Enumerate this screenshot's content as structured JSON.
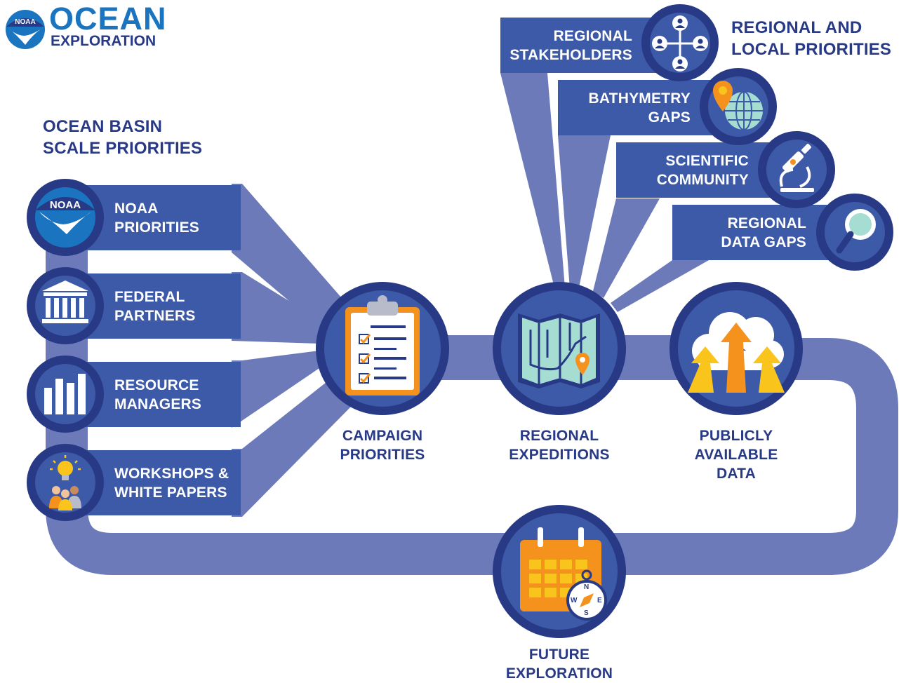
{
  "logo": {
    "brand": "NOAA",
    "title": "OCEAN",
    "subtitle": "EXPLORATION"
  },
  "headings": {
    "basin": [
      "OCEAN BASIN",
      "SCALE PRIORITIES"
    ],
    "regional": [
      "REGIONAL AND",
      "LOCAL PRIORITIES"
    ]
  },
  "inputs_left": [
    {
      "lines": [
        "NOAA",
        "PRIORITIES"
      ],
      "icon": "noaa-logo-icon"
    },
    {
      "lines": [
        "FEDERAL",
        "PARTNERS"
      ],
      "icon": "government-building-icon"
    },
    {
      "lines": [
        "RESOURCE",
        "MANAGERS"
      ],
      "icon": "bar-chart-icon"
    },
    {
      "lines": [
        "WORKSHOPS &",
        "WHITE PAPERS"
      ],
      "icon": "lightbulb-people-icon"
    }
  ],
  "inputs_right": [
    {
      "lines": [
        "REGIONAL",
        "STAKEHOLDERS"
      ],
      "icon": "network-people-icon"
    },
    {
      "lines": [
        "BATHYMETRY",
        "GAPS"
      ],
      "icon": "globe-pin-icon"
    },
    {
      "lines": [
        "SCIENTIFIC",
        "COMMUNITY"
      ],
      "icon": "microscope-icon"
    },
    {
      "lines": [
        "REGIONAL",
        "DATA GAPS"
      ],
      "icon": "magnifier-icon"
    }
  ],
  "stages": [
    {
      "lines": [
        "CAMPAIGN",
        "PRIORITIES"
      ],
      "icon": "clipboard-checklist-icon"
    },
    {
      "lines": [
        "REGIONAL",
        "EXPEDITIONS"
      ],
      "icon": "map-pin-icon"
    },
    {
      "lines": [
        "PUBLICLY",
        "AVAILABLE",
        "DATA"
      ],
      "icon": "cloud-upload-icon"
    },
    {
      "lines": [
        "FUTURE",
        "EXPLORATION"
      ],
      "icon": "calendar-compass-icon"
    }
  ],
  "compass": [
    "N",
    "E",
    "S",
    "W"
  ],
  "colors": {
    "navy": "#283a86",
    "blue": "#3d5aa8",
    "flow": "#6d7ab9",
    "accent": "#f5921e",
    "yellow": "#f9c51d",
    "teal": "#a6ddd3"
  }
}
